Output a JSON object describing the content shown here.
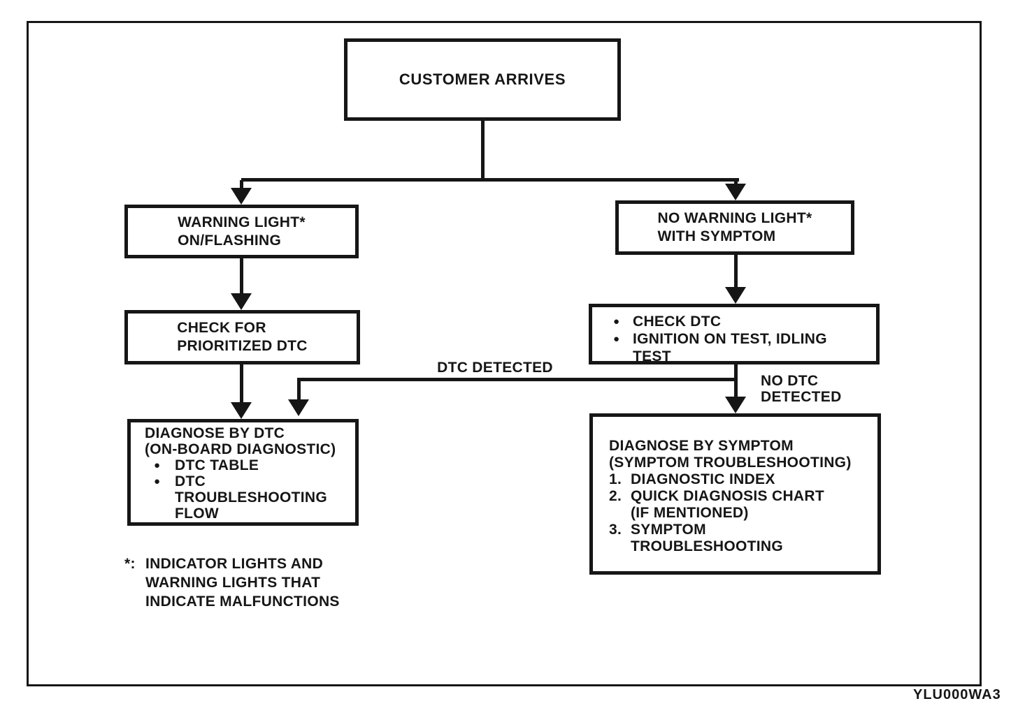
{
  "figure": {
    "code": "YLU000WA3"
  },
  "glyphs": {
    "bullet": "●"
  },
  "colors": {
    "ink": "#161616",
    "paper": "#ffffff"
  },
  "nodes": {
    "customer_arrives": {
      "label": "CUSTOMER ARRIVES"
    },
    "warning_light": {
      "lines": [
        "WARNING LIGHT*",
        "ON/FLASHING"
      ]
    },
    "no_warning_light": {
      "lines": [
        "NO WARNING LIGHT*",
        "WITH SYMPTOM"
      ]
    },
    "check_for_prioritized_dtc": {
      "lines": [
        "CHECK FOR",
        "PRIORITIZED DTC"
      ]
    },
    "check_dtc_tests": {
      "bullets": [
        {
          "lines": [
            "CHECK DTC"
          ]
        },
        {
          "lines": [
            "IGNITION ON TEST, IDLING",
            "TEST"
          ]
        }
      ]
    },
    "diagnose_by_dtc": {
      "title_lines": [
        "DIAGNOSE BY DTC",
        "(ON-BOARD DIAGNOSTIC)"
      ],
      "bullets": [
        {
          "lines": [
            "DTC TABLE"
          ]
        },
        {
          "lines": [
            "DTC",
            "TROUBLESHOOTING",
            "FLOW"
          ]
        }
      ]
    },
    "diagnose_by_symptom": {
      "title_lines": [
        "DIAGNOSE BY SYMPTOM",
        "(SYMPTOM TROUBLESHOOTING)"
      ],
      "items": [
        {
          "num": "1.",
          "lines": [
            "DIAGNOSTIC INDEX"
          ]
        },
        {
          "num": "2.",
          "lines": [
            "QUICK DIAGNOSIS CHART",
            "(IF MENTIONED)"
          ]
        },
        {
          "num": "3.",
          "lines": [
            "SYMPTOM",
            "TROUBLESHOOTING"
          ]
        }
      ]
    }
  },
  "edge_labels": {
    "dtc_detected": "DTC DETECTED",
    "no_dtc_detected": {
      "lines": [
        "NO DTC",
        "DETECTED"
      ]
    }
  },
  "footnote": {
    "marker": "*:",
    "lines": [
      "INDICATOR LIGHTS AND",
      "WARNING LIGHTS THAT",
      "INDICATE MALFUNCTIONS"
    ]
  }
}
